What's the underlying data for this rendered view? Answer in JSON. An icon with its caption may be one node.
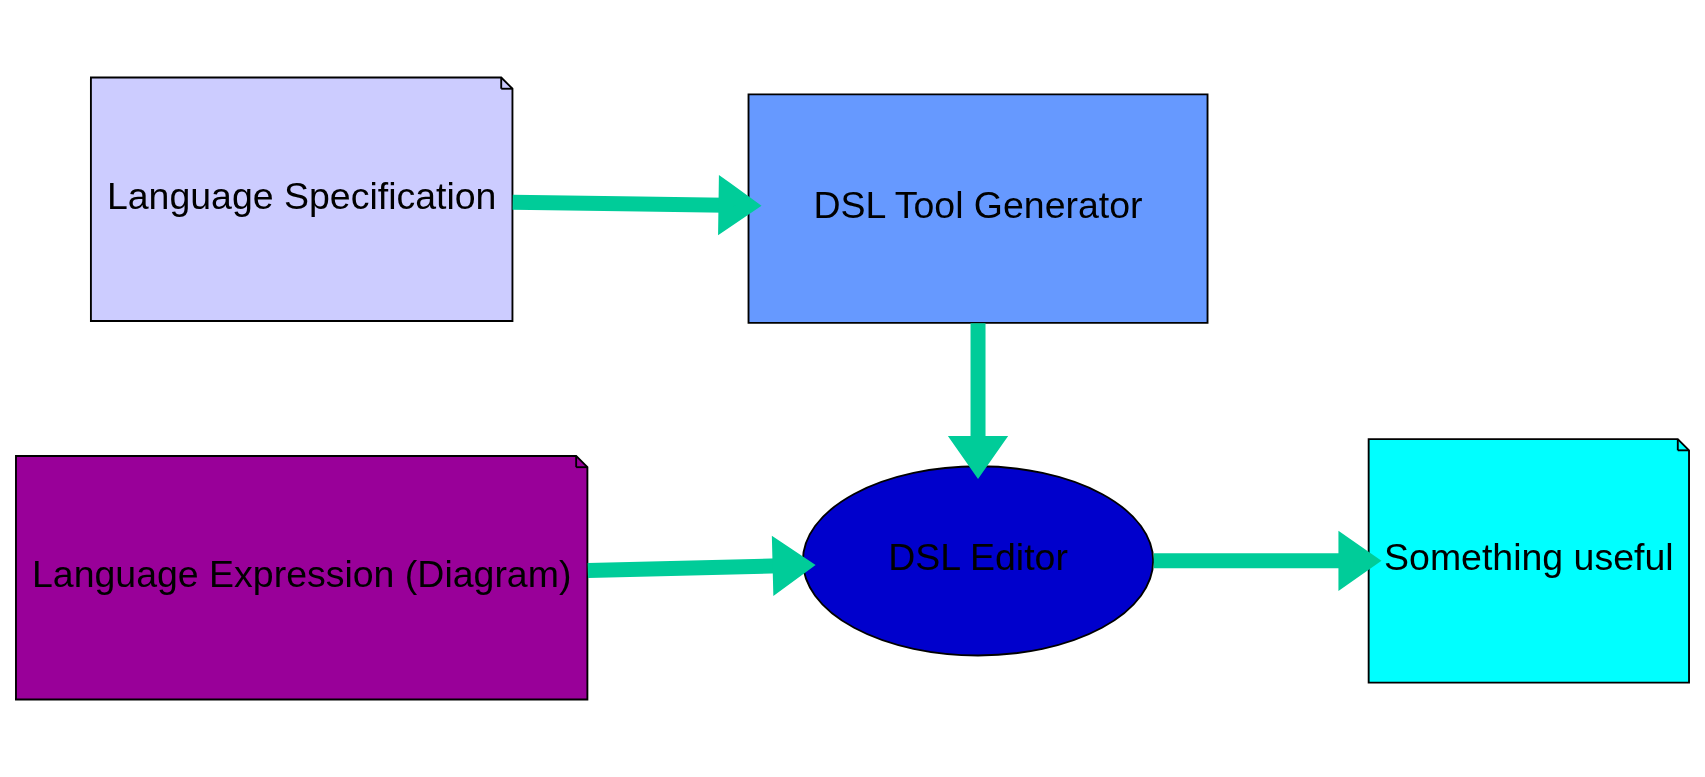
{
  "diagram": {
    "nodes": [
      {
        "text": [
          "Language Specification"
        ]
      },
      {
        "text": [
          "DSL Tool Generator"
        ]
      },
      {
        "text": [
          "Language Expression (Diagram)"
        ]
      },
      {
        "text": [
          "DSL Editor"
        ]
      },
      {
        "text": [
          "Something useful"
        ]
      }
    ],
    "edges": [
      {
        "from": 0,
        "to": 1,
        "arrow": "to"
      },
      {
        "from": 1,
        "to": 3,
        "arrow": "to"
      },
      {
        "from": 2,
        "to": 3,
        "arrow": "to"
      },
      {
        "from": 3,
        "to": 4,
        "arrow": "to"
      }
    ]
  }
}
